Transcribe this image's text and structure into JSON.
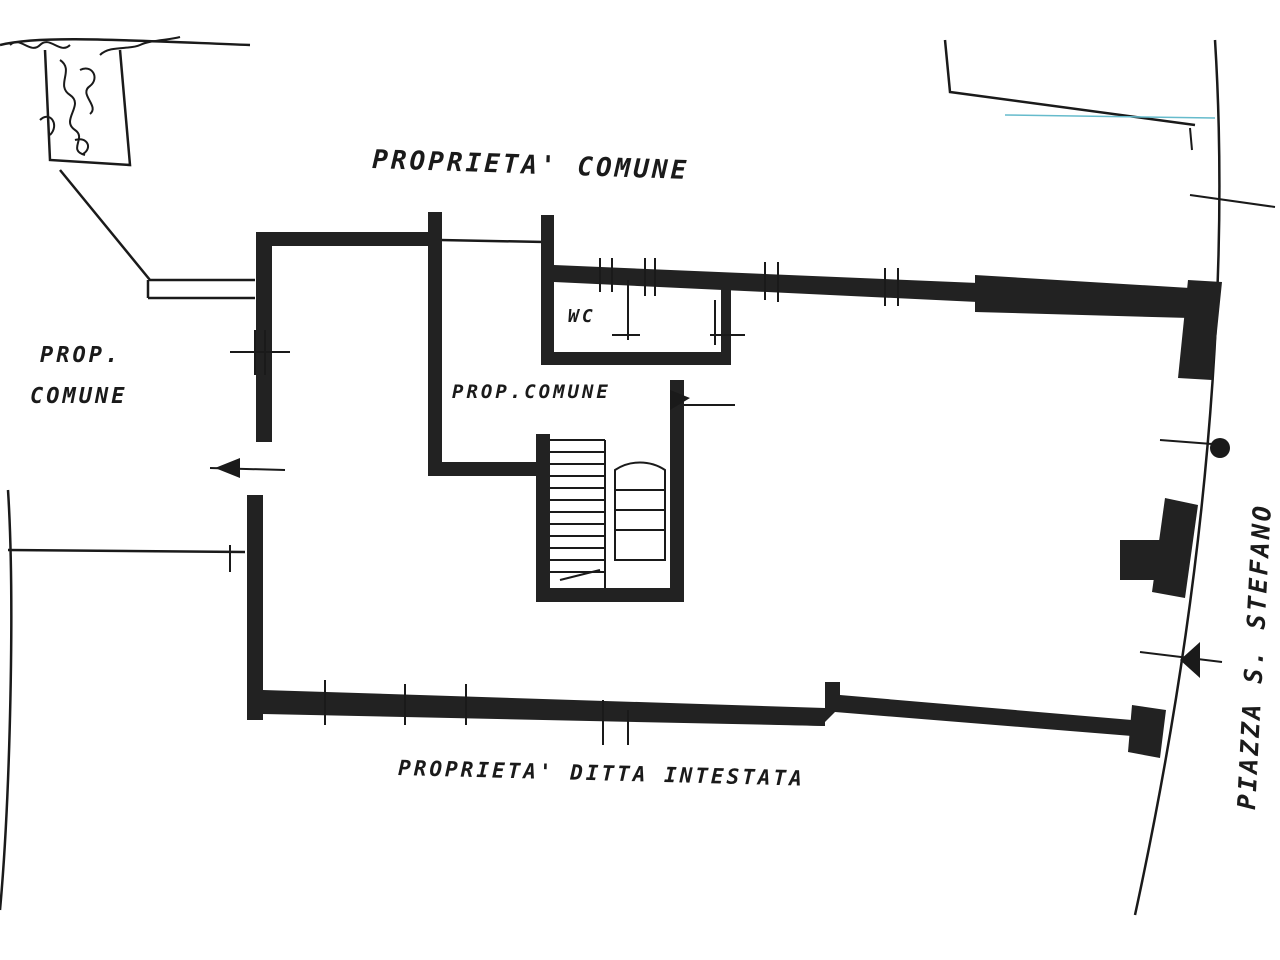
{
  "labels": {
    "top": "PROPRIETA' COMUNE",
    "left_line1": "PROP.",
    "left_line2": "COMUNE",
    "wc": "WC",
    "stair": "PROP.COMUNE",
    "bottom": "PROPRIETA' DITTA INTESTATA",
    "street": "PIAZZA S. STEFANO"
  },
  "colors": {
    "ink": "#1a1a1a",
    "wall_fill": "#222222"
  }
}
